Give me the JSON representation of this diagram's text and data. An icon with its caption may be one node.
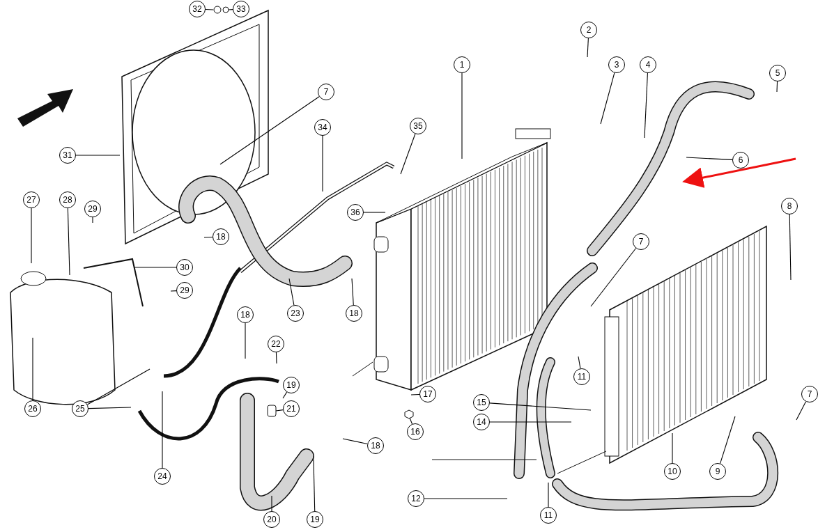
{
  "diagram": {
    "nodes": [
      {
        "text": [
          "32"
        ]
      },
      {
        "text": [
          "33"
        ]
      },
      {
        "text": [
          "2"
        ]
      },
      {
        "text": [
          "1"
        ]
      },
      {
        "text": [
          "3"
        ]
      },
      {
        "text": [
          "4"
        ]
      },
      {
        "text": [
          "5"
        ]
      },
      {
        "text": [
          "7"
        ]
      },
      {
        "text": [
          "34"
        ]
      },
      {
        "text": [
          "35"
        ]
      },
      {
        "text": [
          "31"
        ]
      },
      {
        "text": [
          "6"
        ]
      },
      {
        "text": [
          "27"
        ]
      },
      {
        "text": [
          "28"
        ]
      },
      {
        "text": [
          "29"
        ]
      },
      {
        "text": [
          "8"
        ]
      },
      {
        "text": [
          "36"
        ]
      },
      {
        "text": [
          "18"
        ]
      },
      {
        "text": [
          "7"
        ]
      },
      {
        "text": [
          "30"
        ]
      },
      {
        "text": [
          "29"
        ]
      },
      {
        "text": [
          "23"
        ]
      },
      {
        "text": [
          "18"
        ]
      },
      {
        "text": [
          "18"
        ]
      },
      {
        "text": [
          "22"
        ]
      },
      {
        "text": [
          "11"
        ]
      },
      {
        "text": [
          "19"
        ]
      },
      {
        "text": [
          "17"
        ]
      },
      {
        "text": [
          "7"
        ]
      },
      {
        "text": [
          "15"
        ]
      },
      {
        "text": [
          "25"
        ]
      },
      {
        "text": [
          "26"
        ]
      },
      {
        "text": [
          "21"
        ]
      },
      {
        "text": [
          "14"
        ]
      },
      {
        "text": [
          "16"
        ]
      },
      {
        "text": [
          "18"
        ]
      },
      {
        "text": [
          "10"
        ]
      },
      {
        "text": [
          "9"
        ]
      },
      {
        "text": [
          "24"
        ]
      },
      {
        "text": [
          "12"
        ]
      },
      {
        "text": [
          "11"
        ]
      },
      {
        "text": [
          "20"
        ]
      },
      {
        "text": [
          "19"
        ]
      }
    ],
    "edges": [
      {
        "from": 0,
        "to": null,
        "arrow": "none"
      },
      {
        "from": 1,
        "to": null,
        "arrow": "none"
      },
      {
        "from": 2,
        "to": null,
        "arrow": "none"
      },
      {
        "from": 3,
        "to": null,
        "arrow": "none"
      },
      {
        "from": 4,
        "to": null,
        "arrow": "none"
      },
      {
        "from": 5,
        "to": null,
        "arrow": "none"
      },
      {
        "from": 6,
        "to": null,
        "arrow": "none"
      },
      {
        "from": 7,
        "to": null,
        "arrow": "none"
      },
      {
        "from": 8,
        "to": null,
        "arrow": "none"
      },
      {
        "from": 9,
        "to": null,
        "arrow": "none"
      },
      {
        "from": 10,
        "to": null,
        "arrow": "none"
      },
      {
        "from": 11,
        "to": null,
        "arrow": "none"
      },
      {
        "from": 12,
        "to": null,
        "arrow": "none"
      },
      {
        "from": 13,
        "to": null,
        "arrow": "none"
      },
      {
        "from": 14,
        "to": null,
        "arrow": "none"
      },
      {
        "from": 15,
        "to": null,
        "arrow": "none"
      },
      {
        "from": 16,
        "to": null,
        "arrow": "none"
      },
      {
        "from": 17,
        "to": null,
        "arrow": "none"
      },
      {
        "from": 18,
        "to": null,
        "arrow": "none"
      },
      {
        "from": 19,
        "to": null,
        "arrow": "none"
      },
      {
        "from": 20,
        "to": null,
        "arrow": "none"
      },
      {
        "from": 21,
        "to": null,
        "arrow": "none"
      },
      {
        "from": 22,
        "to": null,
        "arrow": "none"
      },
      {
        "from": 23,
        "to": null,
        "arrow": "none"
      },
      {
        "from": 24,
        "to": null,
        "arrow": "none"
      },
      {
        "from": 25,
        "to": null,
        "arrow": "none"
      },
      {
        "from": 26,
        "to": null,
        "arrow": "none"
      },
      {
        "from": 27,
        "to": null,
        "arrow": "none"
      },
      {
        "from": 28,
        "to": null,
        "arrow": "none"
      },
      {
        "from": 29,
        "to": null,
        "arrow": "none"
      },
      {
        "from": 30,
        "to": null,
        "arrow": "none"
      },
      {
        "from": 30,
        "to": null,
        "arrow": "none"
      },
      {
        "from": 31,
        "to": null,
        "arrow": "none"
      },
      {
        "from": 32,
        "to": null,
        "arrow": "none"
      },
      {
        "from": 33,
        "to": null,
        "arrow": "none"
      },
      {
        "from": 34,
        "to": null,
        "arrow": "none"
      },
      {
        "from": 35,
        "to": null,
        "arrow": "none"
      },
      {
        "from": 36,
        "to": null,
        "arrow": "none"
      },
      {
        "from": 37,
        "to": null,
        "arrow": "none"
      },
      {
        "from": 38,
        "to": null,
        "arrow": "none"
      },
      {
        "from": 39,
        "to": null,
        "arrow": "none"
      },
      {
        "from": 40,
        "to": null,
        "arrow": "none"
      },
      {
        "from": 41,
        "to": null,
        "arrow": "none"
      },
      {
        "from": 42,
        "to": null,
        "arrow": "none"
      }
    ]
  }
}
